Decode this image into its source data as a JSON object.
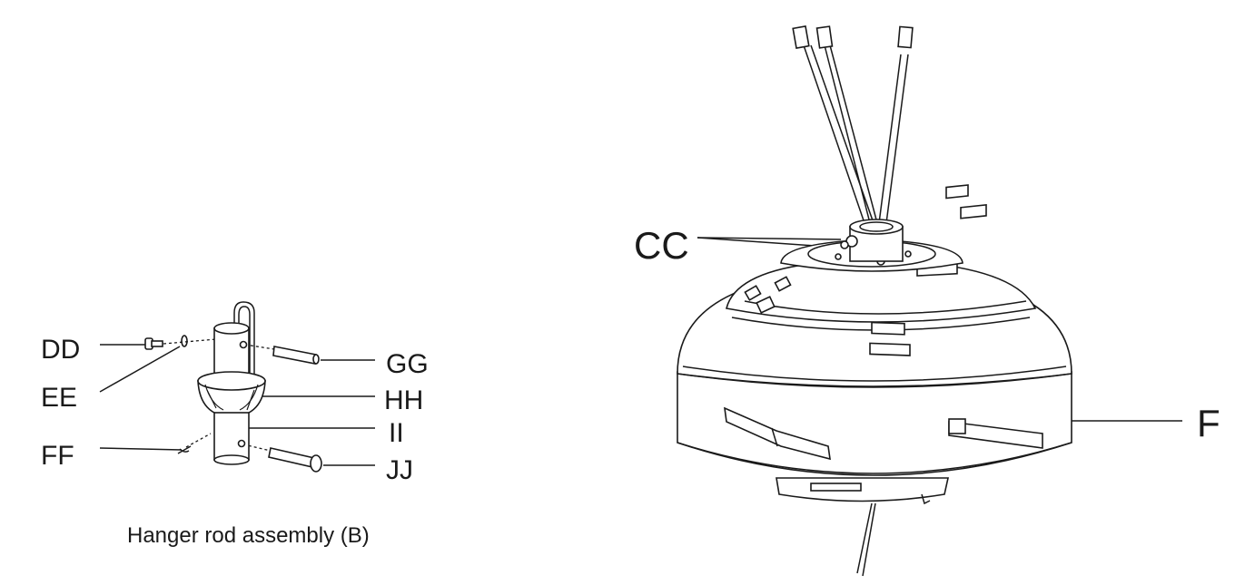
{
  "labels": {
    "dd": "DD",
    "ee": "EE",
    "ff": "FF",
    "gg": "GG",
    "hh": "HH",
    "ii": "II",
    "jj": "JJ",
    "cc": "CC",
    "f": "F"
  },
  "caption": "Hanger rod assembly (B)"
}
